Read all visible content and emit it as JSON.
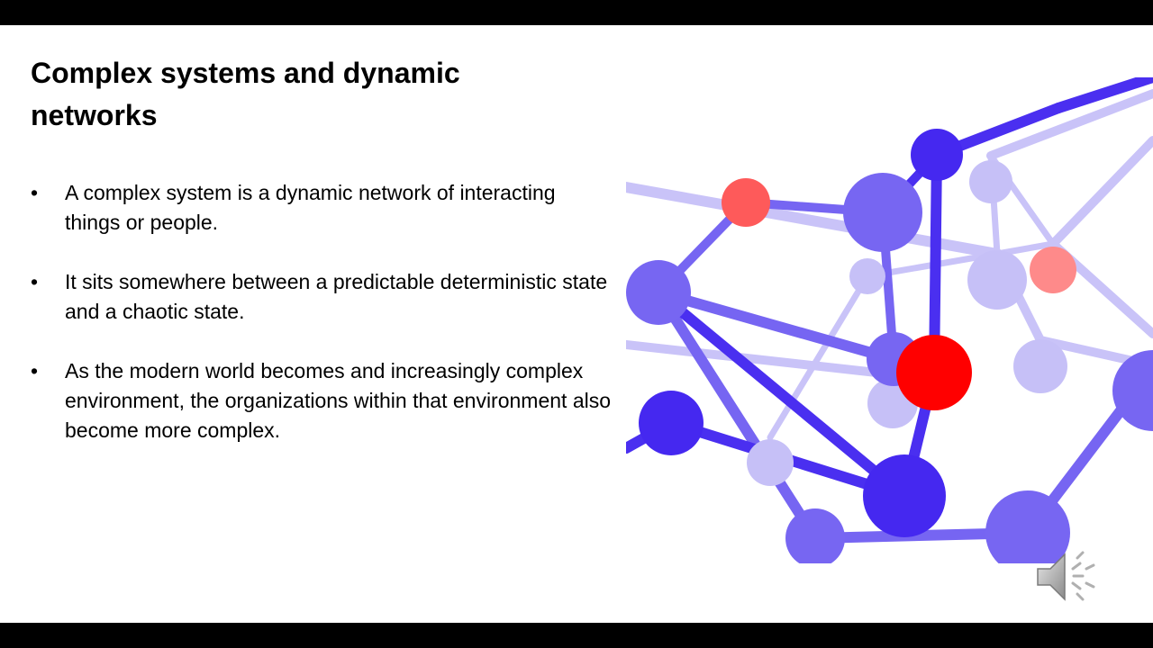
{
  "slide": {
    "title": "Complex systems and dynamic networks",
    "bullets": [
      {
        "symbol": "•",
        "text": "A complex system is a dynamic network of interacting things or people."
      },
      {
        "symbol": "•",
        "text": "It sits somewhere between a predictable deterministic state and a chaotic state."
      },
      {
        "symbol": "•",
        "text": "As the modern world becomes and increasingly complex environment, the organizations within that environment also become more complex."
      }
    ]
  },
  "illustration": {
    "icon": "network-graph-icon",
    "colors": {
      "node_dark": "#4528f0",
      "node_mid": "#7766f2",
      "node_light": "#c6c0f7",
      "node_red": "#ff0000",
      "node_red_soft": "#fe5a5a"
    }
  },
  "audio": {
    "icon": "speaker-icon"
  }
}
